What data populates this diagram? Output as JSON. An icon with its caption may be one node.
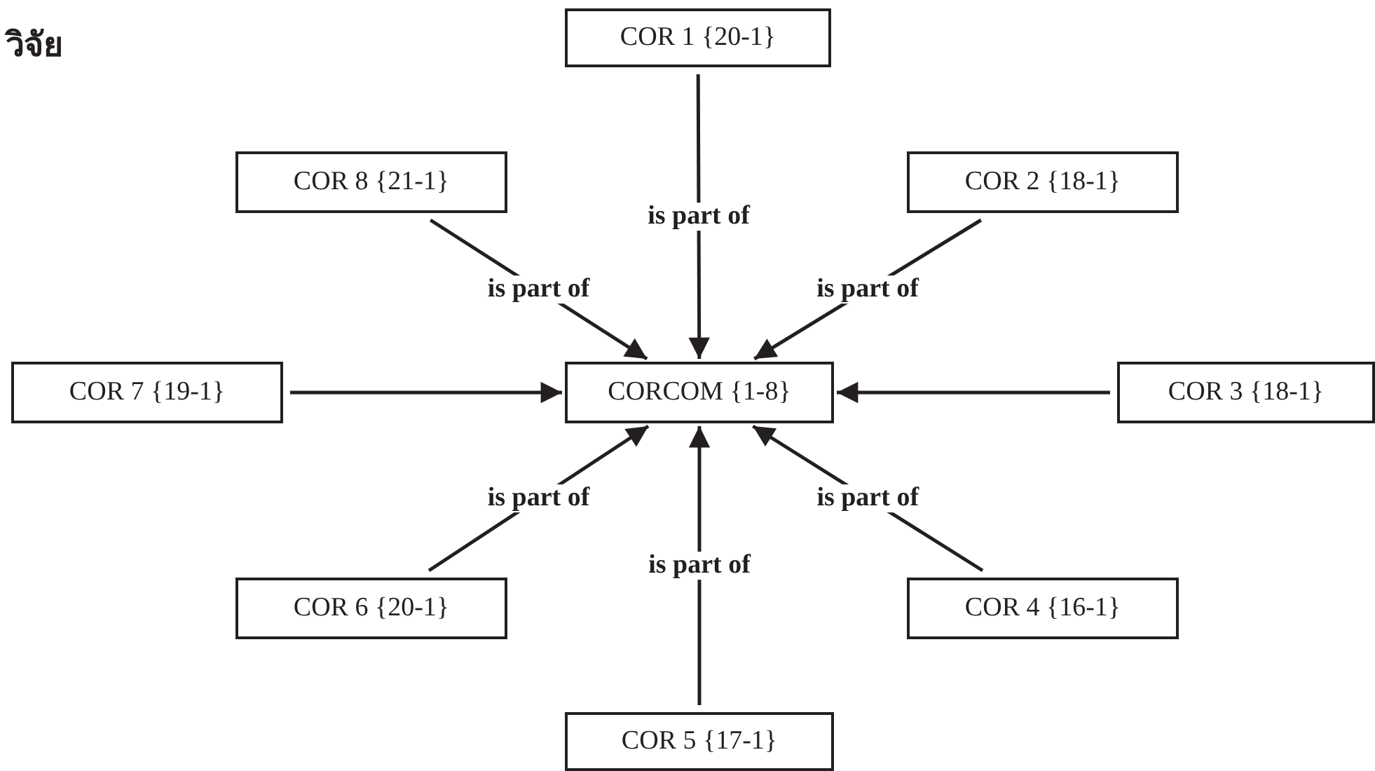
{
  "diagram": {
    "nodes": [
      {
        "text": [
          "COR 1 {20-1}"
        ]
      },
      {
        "text": [
          "COR 8 {21-1}"
        ]
      },
      {
        "text": [
          "COR 2 {18-1}"
        ]
      },
      {
        "text": [
          "COR 7 {19-1}"
        ]
      },
      {
        "text": [
          "CORCOM {1-8}"
        ]
      },
      {
        "text": [
          "COR 3 {18-1}"
        ]
      },
      {
        "text": [
          "COR 6 {20-1}"
        ]
      },
      {
        "text": [
          "COR 4 {16-1}"
        ]
      },
      {
        "text": [
          "COR 5 {17-1}"
        ]
      }
    ],
    "edges": [
      {
        "from": 0,
        "to": 4,
        "arrow": "to",
        "label": "is part of"
      },
      {
        "from": 1,
        "to": 4,
        "arrow": "to",
        "label": "is part of"
      },
      {
        "from": 2,
        "to": 4,
        "arrow": "to",
        "label": "is part of"
      },
      {
        "from": 3,
        "to": 4,
        "arrow": "to"
      },
      {
        "from": 5,
        "to": 4,
        "arrow": "to"
      },
      {
        "from": 6,
        "to": 4,
        "arrow": "to",
        "label": "is part of"
      },
      {
        "from": 7,
        "to": 4,
        "arrow": "to",
        "label": "is part of"
      },
      {
        "from": 8,
        "to": 4,
        "arrow": "to",
        "label": "is part of"
      }
    ],
    "labels": [
      "วิจัย"
    ]
  }
}
